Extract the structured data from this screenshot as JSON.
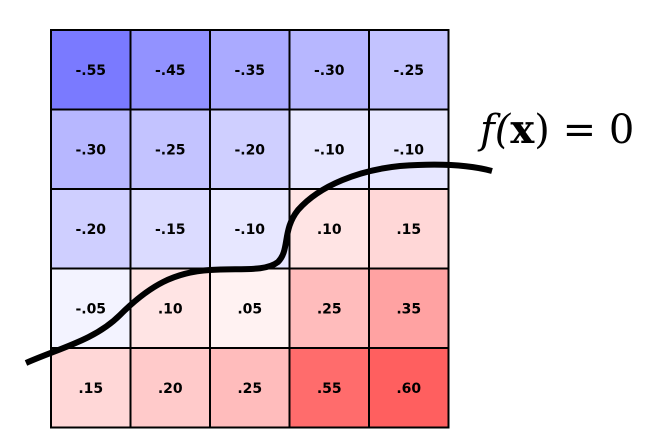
{
  "grid": {
    "rows": [
      [
        "-.55",
        "-.45",
        "-.35",
        "-.30",
        "-.25"
      ],
      [
        "-.30",
        "-.25",
        "-.20",
        "-.10",
        "-.10"
      ],
      [
        "-.20",
        "-.15",
        "-.10",
        ".10",
        ".15"
      ],
      [
        "-.05",
        ".10",
        ".05",
        ".25",
        ".35"
      ],
      [
        ".15",
        ".20",
        ".25",
        ".55",
        ".60"
      ]
    ],
    "values": [
      [
        -0.55,
        -0.45,
        -0.35,
        -0.3,
        -0.25
      ],
      [
        -0.3,
        -0.25,
        -0.2,
        -0.1,
        -0.1
      ],
      [
        -0.2,
        -0.15,
        -0.1,
        0.1,
        0.15
      ],
      [
        -0.05,
        0.1,
        0.05,
        0.25,
        0.35
      ],
      [
        0.15,
        0.2,
        0.25,
        0.55,
        0.6
      ]
    ],
    "colors": {
      "negative": "#6e6eff",
      "neutral": "#ffffff",
      "positive": "#ff5f5f",
      "border": "#000000"
    }
  },
  "decision_boundary": {
    "label_prefix": "f(",
    "label_var": "x",
    "label_suffix": ") = 0"
  }
}
